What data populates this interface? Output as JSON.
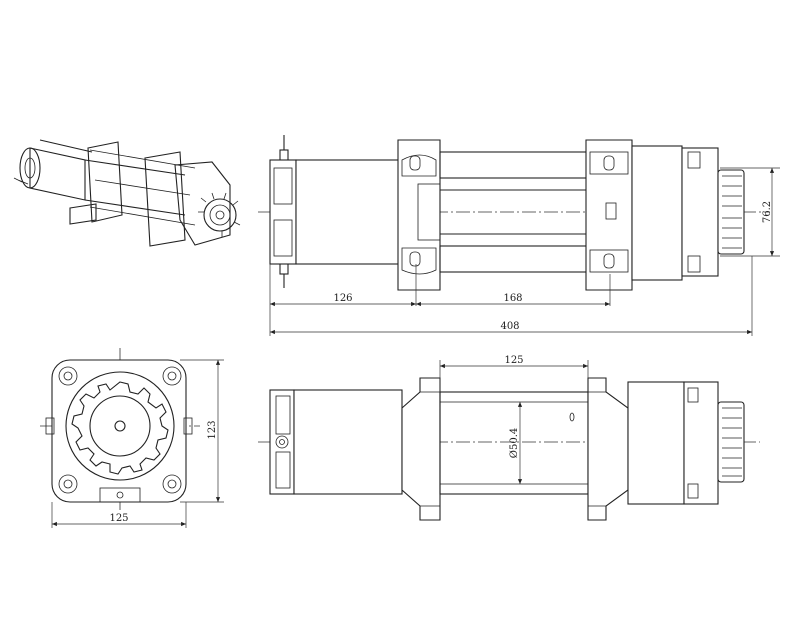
{
  "dimensions": {
    "front_left_section": "126",
    "front_right_section": "168",
    "overall_length": "408",
    "front_height": "76.2",
    "side_width": "125",
    "side_height": "123",
    "bottom_spacing": "125",
    "drum_diameter": "Ø50.4"
  },
  "colors": {
    "line": "#222222",
    "background": "#ffffff"
  }
}
